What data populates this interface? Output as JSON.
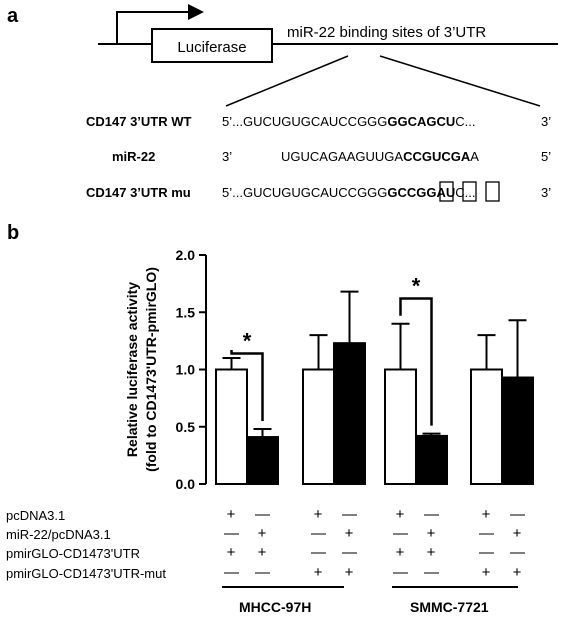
{
  "panel_a": {
    "letter": "a",
    "box_label": "Luciferase",
    "utr_label": "miR-22 binding sites of 3’UTR",
    "rows": [
      {
        "label": "CD147 3’UTR WT",
        "prefix": "5’...GUCUGUGCAUCCGGG",
        "bold": "GGCAGCU",
        "suffix": "C...",
        "end": "3’"
      },
      {
        "label": "miR-22",
        "prefix": "3’",
        "middle": "UGUCAGAAGUUGA",
        "bold": "CCGUCGA",
        "suffix": "A",
        "end": "5’"
      },
      {
        "label": "CD147 3’UTR mu",
        "prefix": "5’...GUCUGUGCAUCCGGG",
        "bold": "GCCGGAU",
        "suffix": "C...",
        "end": "3’"
      }
    ]
  },
  "panel_b": {
    "letter": "b",
    "significance_mark": "*",
    "conditions": [
      "pcDNA3.1",
      "miR-22/pcDNA3.1",
      "pmirGLO-CD1473'UTR",
      "pmirGLO-CD1473'UTR-mut"
    ],
    "signs": [
      [
        "+",
        "—",
        "+",
        "—",
        "+",
        "—",
        "+",
        "—"
      ],
      [
        "—",
        "+",
        "—",
        "+",
        "—",
        "+",
        "—",
        "+"
      ],
      [
        "+",
        "+",
        "—",
        "—",
        "+",
        "+",
        "—",
        "—"
      ],
      [
        "—",
        "—",
        "+",
        "+",
        "—",
        "—",
        "+",
        "+"
      ]
    ],
    "groups": [
      "MHCC-97H",
      "SMMC-7721"
    ]
  },
  "chart_data": {
    "type": "bar",
    "ylabel": "Relative luciferase activity\n(fold to CD1473'UTR-pmirGLO)",
    "ylim": [
      0,
      2.0
    ],
    "yticks": [
      "0.0",
      "0.5",
      "1.0",
      "1.5",
      "2.0"
    ],
    "bars": [
      {
        "value": 1.0,
        "error": 0.1,
        "fill": "#ffffff"
      },
      {
        "value": 0.41,
        "error": 0.07,
        "fill": "#000000"
      },
      {
        "value": 1.0,
        "error": 0.3,
        "fill": "#ffffff"
      },
      {
        "value": 1.23,
        "error": 0.45,
        "fill": "#000000"
      },
      {
        "value": 1.0,
        "error": 0.4,
        "fill": "#ffffff"
      },
      {
        "value": 0.42,
        "error": 0.02,
        "fill": "#000000"
      },
      {
        "value": 1.0,
        "error": 0.3,
        "fill": "#ffffff"
      },
      {
        "value": 0.93,
        "error": 0.5,
        "fill": "#000000"
      }
    ],
    "significance": [
      {
        "bars": [
          0,
          1
        ],
        "top": 1.14,
        "label": "*"
      },
      {
        "bars": [
          4,
          5
        ],
        "top": 1.62,
        "label": "*"
      }
    ]
  }
}
